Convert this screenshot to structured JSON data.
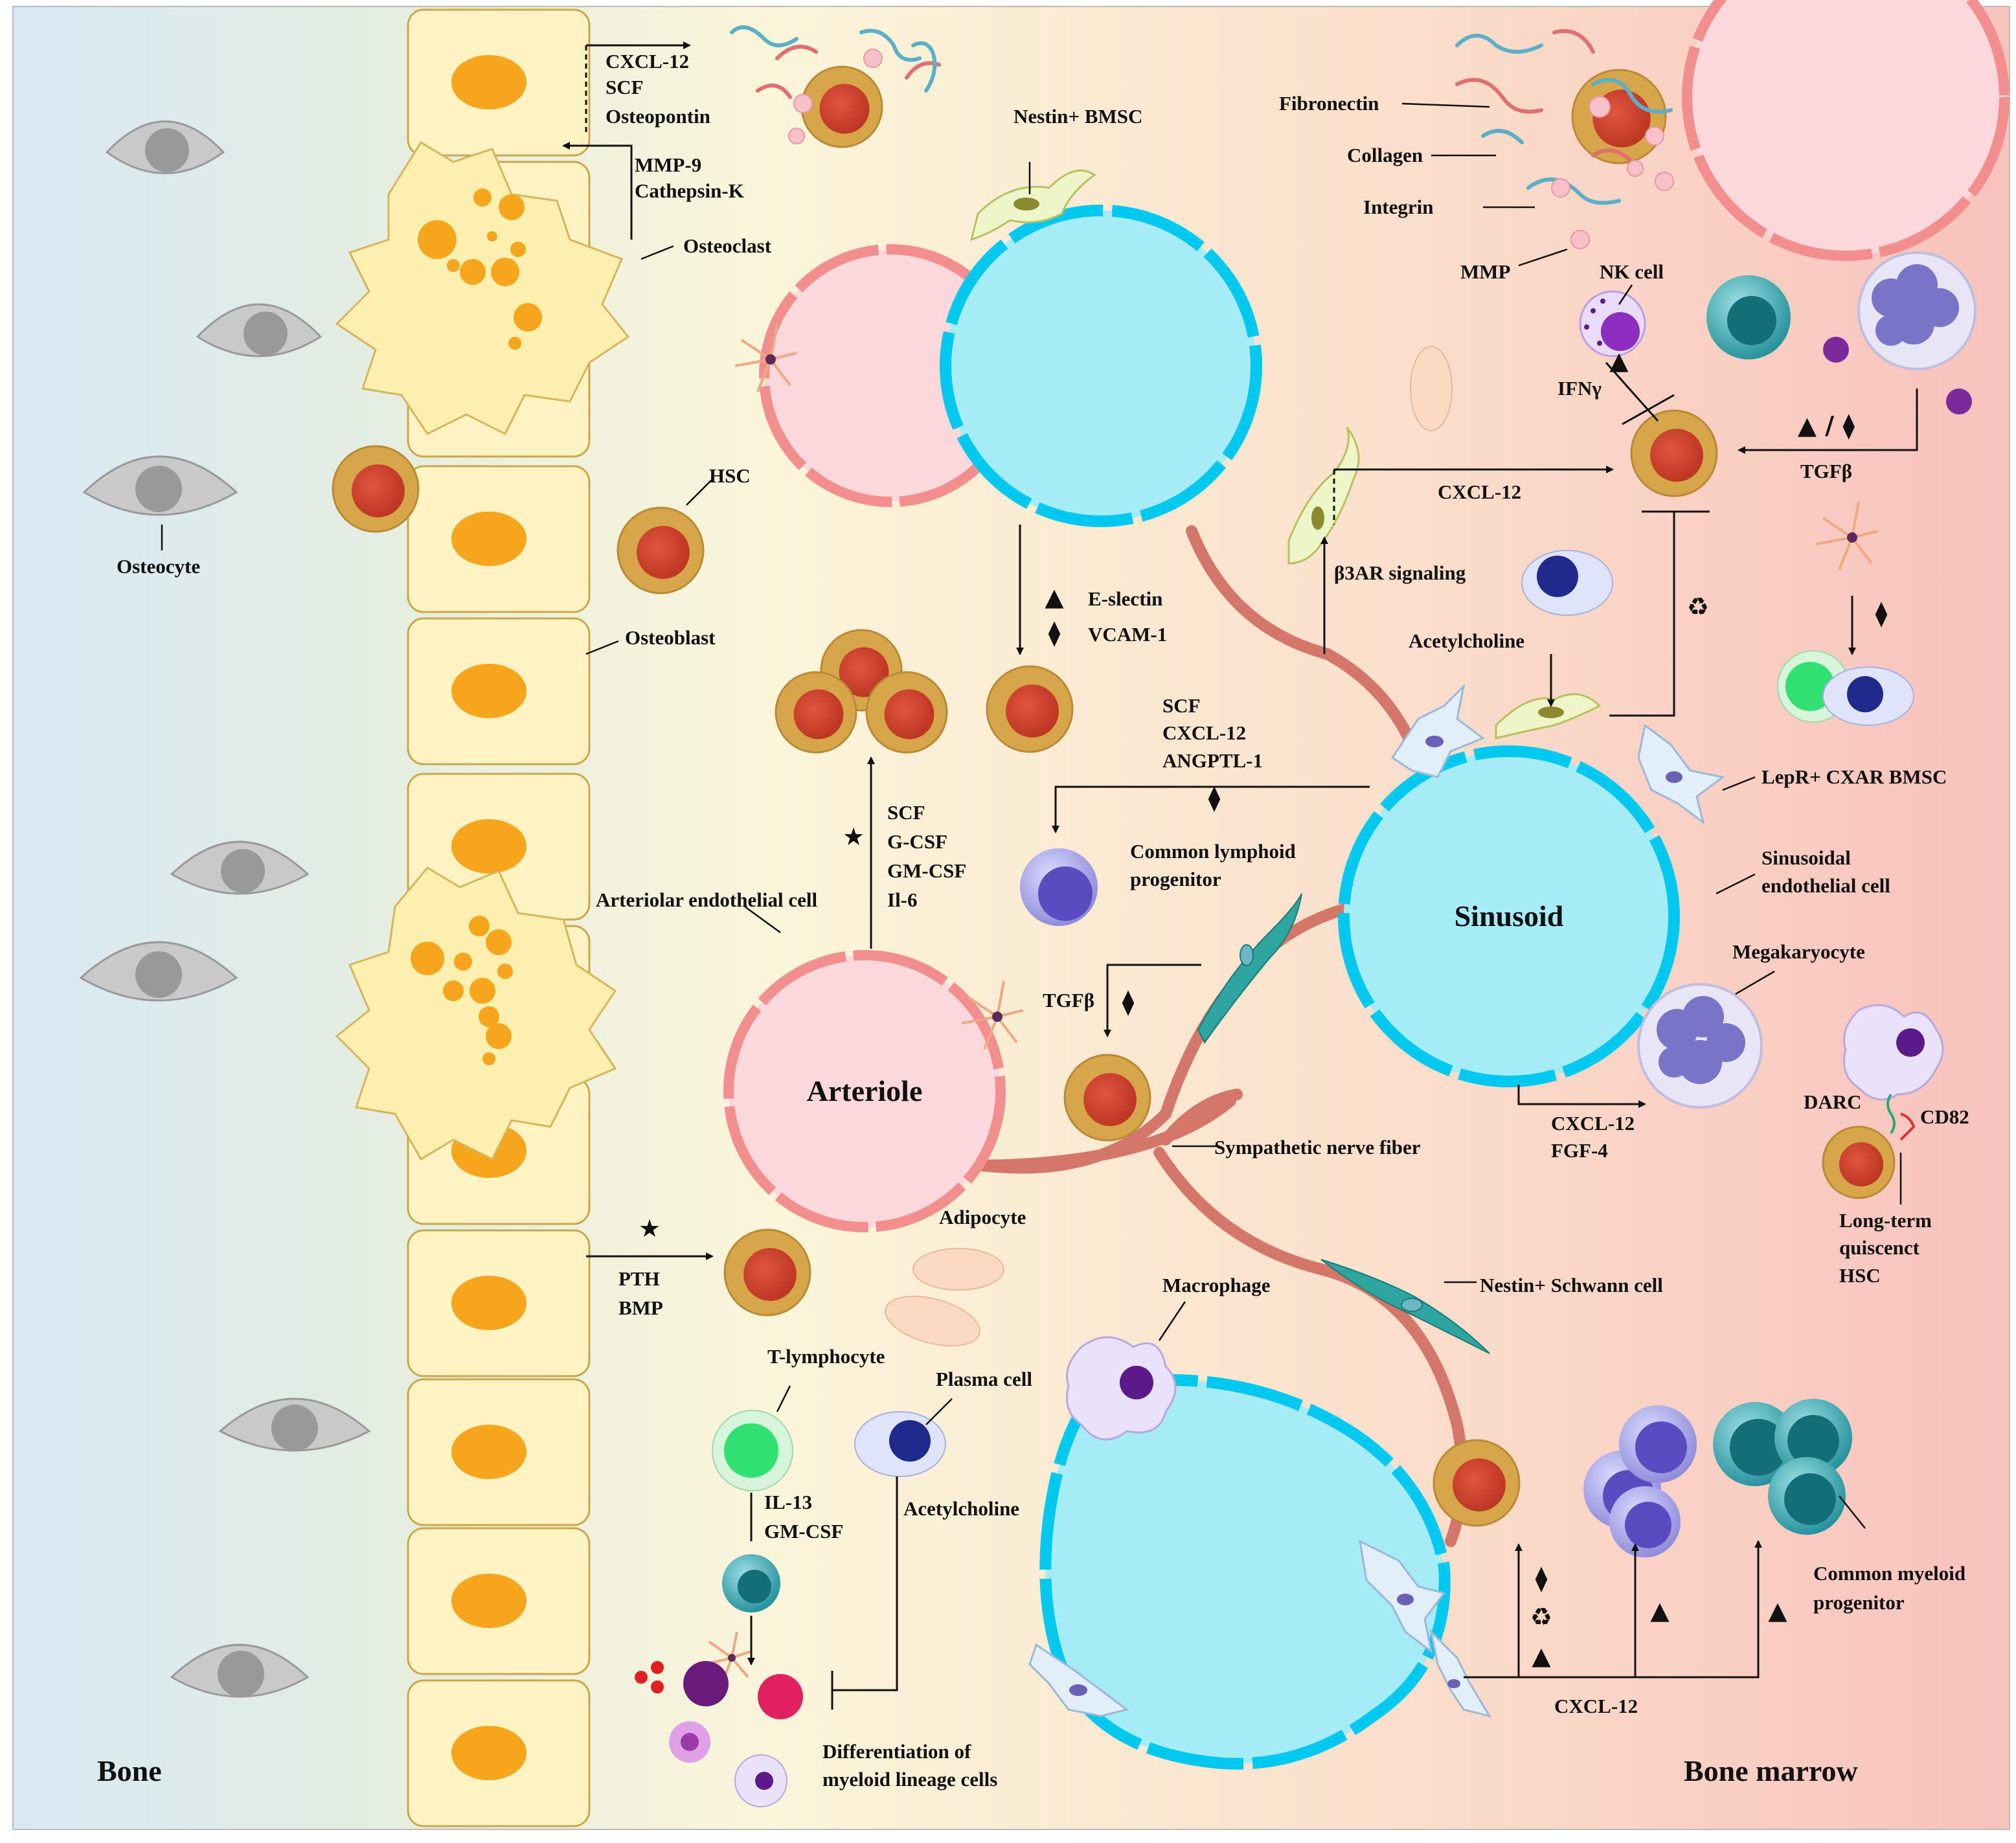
{
  "regions": {
    "bone": "Bone",
    "bone_marrow": "Bone marrow"
  },
  "vessels": {
    "sinusoid": "Sinusoid",
    "arteriole": "Arteriole"
  },
  "labels": {
    "cxcl12_scf_osteopontin": [
      "CXCL-12",
      "SCF",
      "Osteopontin"
    ],
    "mmp9_cathepsin": [
      "MMP-9",
      "Cathepsin-K"
    ],
    "osteoclast": "Osteoclast",
    "osteocyte": "Osteocyte",
    "hsc": "HSC",
    "osteoblast": "Osteoblast",
    "nestin_bmsc": "Nestin+ BMSC",
    "e_selectin": "E-slectin",
    "vcam1": "VCAM-1",
    "arteriolar_signals": [
      "SCF",
      "G-CSF",
      "GM-CSF",
      "Il-6"
    ],
    "arteriolar_endothelial_cell": "Arteriolar endothelial cell",
    "pth_bmp": [
      "PTH",
      "BMP"
    ],
    "adipocyte": "Adipocyte",
    "t_lymphocyte": "T-lymphocyte",
    "plasma_cell": "Plasma cell",
    "acetylcholine": "Acetylcholine",
    "il13_gmcsf": [
      "IL-13",
      "GM-CSF"
    ],
    "differentiation": [
      "Differentiation of",
      "myeloid lineage cells"
    ],
    "fibronectin": "Fibronectin",
    "collagen": "Collagen",
    "integrin": "Integrin",
    "mmp": "MMP",
    "nk_cell": "NK cell",
    "ifng": "IFNγ",
    "tgfb": "TGFβ",
    "cxcl12": "CXCL-12",
    "b3ar": "β3AR signaling",
    "clp_signals": [
      "SCF",
      "CXCL-12",
      "ANGPTL-1"
    ],
    "common_lymphoid_progenitor": [
      "Common lymphoid",
      "progenitor"
    ],
    "lepr_bmsc": "LepR+ CXAR BMSC",
    "sinusoidal_endothelial_cell": [
      "Sinusoidal",
      "endothelial cell"
    ],
    "megakaryocyte": "Megakaryocyte",
    "cxcl12_fgf4": [
      "CXCL-12",
      "FGF-4"
    ],
    "darc": "DARC",
    "cd82": "CD82",
    "long_term_hsc": [
      "Long-term",
      "quiscenct",
      "HSC"
    ],
    "sympathetic_nerve_fiber": "Sympathetic nerve fiber",
    "macrophage": "Macrophage",
    "nestin_schwann": "Nestin+ Schwann cell",
    "common_myeloid_progenitor": [
      "Common myeloid",
      "progenitor"
    ],
    "triangle_slash_diamond": "▲ / ⧫"
  },
  "colors": {
    "bone_bg": "#dce9f3",
    "marrow_bg_mid": "#fbf5dc",
    "marrow_bg_right": "#f9c7c1",
    "vessel_cyan": "#00c8ef",
    "vessel_fill": "#a6ecf7",
    "arteriole_pink": "#f28e8e",
    "arteriole_fill": "#fcd7dc",
    "hsc_outer": "#d8a64a",
    "hsc_inner": "#c8402e",
    "osteoblast_fill": "#fff3c4",
    "osteoblast_nucleus": "#f7a51d",
    "nerve": "#d4776a"
  }
}
